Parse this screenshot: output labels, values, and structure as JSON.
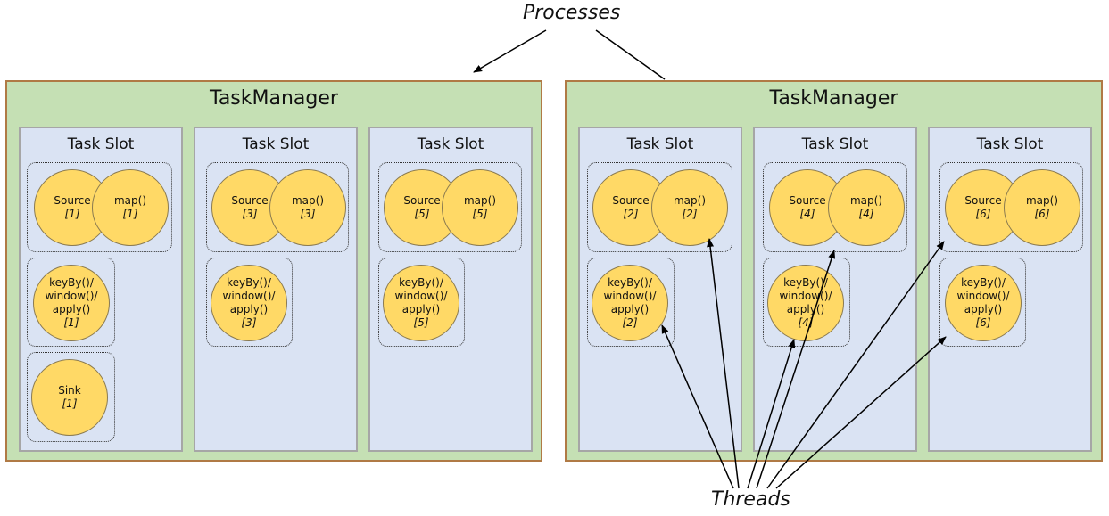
{
  "processes_label": "Processes",
  "threads_label": "Threads",
  "task_managers": [
    {
      "title": "TaskManager",
      "slots": [
        {
          "title": "Task Slot",
          "source": {
            "name": "Source",
            "index": "[1]"
          },
          "map": {
            "name": "map()",
            "index": "[1]"
          },
          "window": {
            "name": "keyBy()/\nwindow()/\napply()",
            "index": "[1]"
          },
          "sink": {
            "name": "Sink",
            "index": "[1]"
          }
        },
        {
          "title": "Task Slot",
          "source": {
            "name": "Source",
            "index": "[3]"
          },
          "map": {
            "name": "map()",
            "index": "[3]"
          },
          "window": {
            "name": "keyBy()/\nwindow()/\napply()",
            "index": "[3]"
          }
        },
        {
          "title": "Task Slot",
          "source": {
            "name": "Source",
            "index": "[5]"
          },
          "map": {
            "name": "map()",
            "index": "[5]"
          },
          "window": {
            "name": "keyBy()/\nwindow()/\napply()",
            "index": "[5]"
          }
        }
      ]
    },
    {
      "title": "TaskManager",
      "slots": [
        {
          "title": "Task Slot",
          "source": {
            "name": "Source",
            "index": "[2]"
          },
          "map": {
            "name": "map()",
            "index": "[2]"
          },
          "window": {
            "name": "keyBy()/\nwindow()/\napply()",
            "index": "[2]"
          }
        },
        {
          "title": "Task Slot",
          "source": {
            "name": "Source",
            "index": "[4]"
          },
          "map": {
            "name": "map()",
            "index": "[4]"
          },
          "window": {
            "name": "keyBy()/\nwindow()/\napply()",
            "index": "[4]"
          }
        },
        {
          "title": "Task Slot",
          "source": {
            "name": "Source",
            "index": "[6]"
          },
          "map": {
            "name": "map()",
            "index": "[6]"
          },
          "window": {
            "name": "keyBy()/\nwindow()/\napply()",
            "index": "[6]"
          }
        }
      ]
    }
  ]
}
